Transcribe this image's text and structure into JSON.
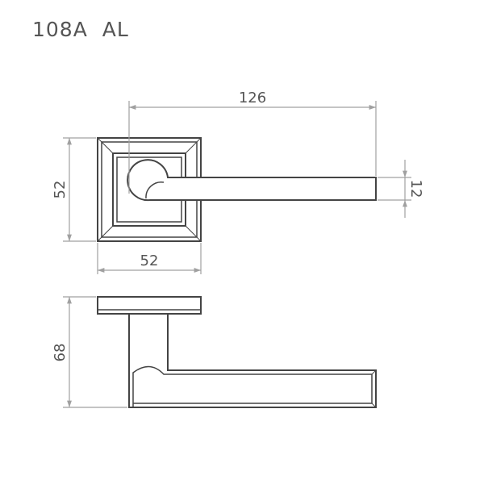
{
  "title": "108A  AL",
  "dimensions": {
    "handle_length": "126",
    "rose_height": "52",
    "rose_width": "52",
    "lever_thickness": "12",
    "total_height": "68"
  },
  "colors": {
    "outline": "#444444",
    "dimension": "#a0a0a0",
    "text": "#555555"
  }
}
